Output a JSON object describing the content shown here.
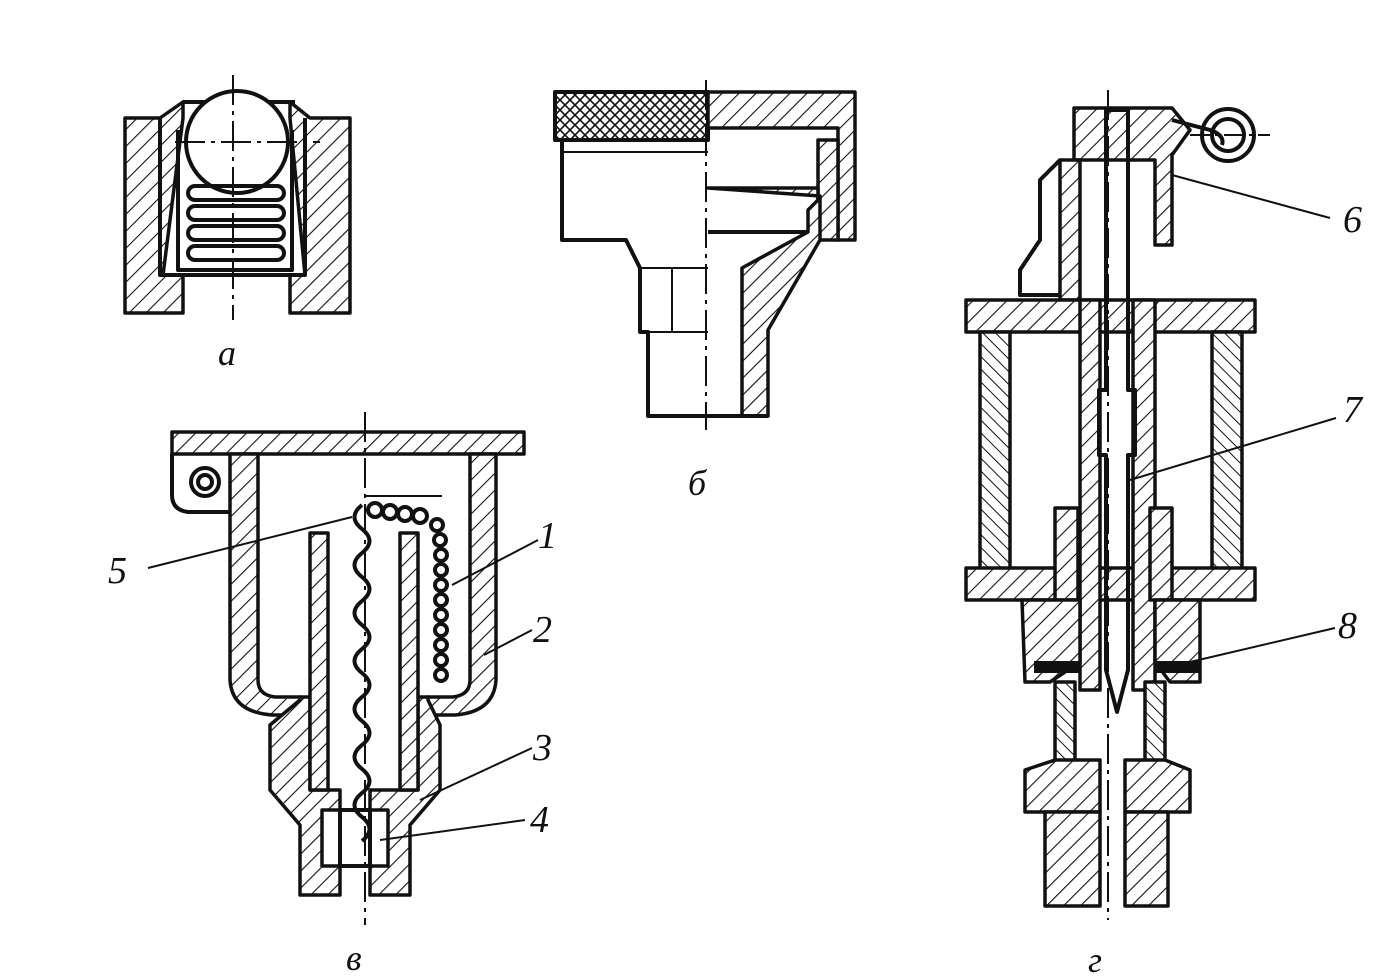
{
  "figure_labels": {
    "a": "а",
    "b": "б",
    "v": "в",
    "g": "г"
  },
  "callouts": {
    "c1": "1",
    "c2": "2",
    "c3": "3",
    "c4": "4",
    "c5": "5",
    "c6": "6",
    "c7": "7",
    "c8": "8"
  }
}
